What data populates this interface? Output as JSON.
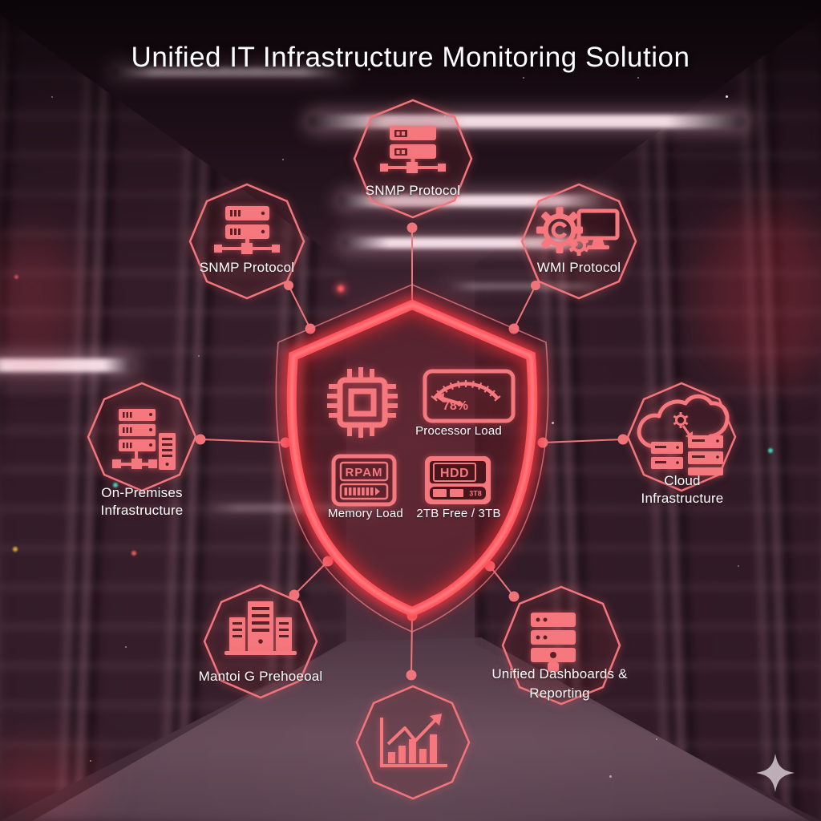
{
  "title": "Unified IT Infrastructure Monitoring Solution",
  "accent_color": "#f4787d",
  "shield_color": "#ff565d",
  "background_color": "#241218",
  "nodes": {
    "top": {
      "label": "SNMP Protocol",
      "icon": "server-network-icon"
    },
    "upper_left": {
      "label": "SNMP Protocol",
      "icon": "server-network-icon"
    },
    "upper_right": {
      "label": "WMI Protocol",
      "icon": "gear-monitor-icon"
    },
    "left": {
      "label": "On-Premises Infrastructure",
      "icon": "server-rack-icon"
    },
    "right": {
      "label": "Cloud Infrastructure",
      "icon": "cloud-servers-icon"
    },
    "bottom_left": {
      "label": "Mantoi G Prehoeoal",
      "icon": "buildings-icon"
    },
    "bottom_right": {
      "label": "Unified Dashboards & Reporting",
      "icon": "server-stack-icon"
    },
    "bottom_center": {
      "label": "",
      "icon": "growth-chart-icon"
    }
  },
  "shield": {
    "icon": "shield-outline",
    "processor": {
      "gauge_value": "78%",
      "label": "Processor Load",
      "icon": "gauge-icon"
    },
    "cpu_icon": "cpu-chip-icon",
    "memory": {
      "chip_text": "RPAM",
      "label": "Memory Load",
      "icon": "ram-icon"
    },
    "storage": {
      "chip_text": "HDD",
      "capacity_text": "3T8",
      "label": "2TB Free / 3TB",
      "icon": "hdd-icon"
    }
  },
  "watermark": {
    "icon": "sparkle-icon"
  }
}
